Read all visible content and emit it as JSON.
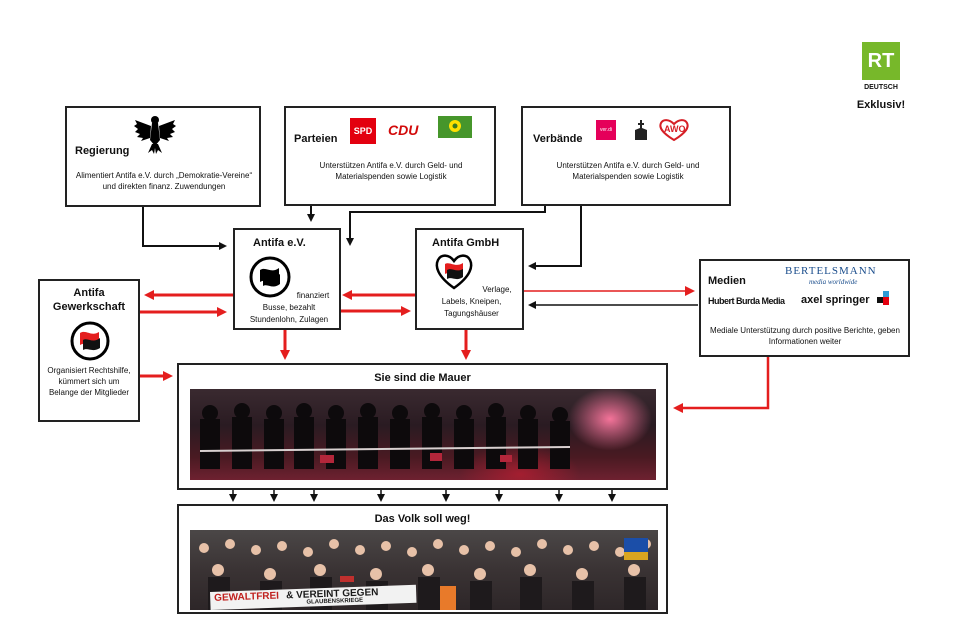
{
  "rt": {
    "logo": "RT",
    "sub": "DEUTSCH",
    "exclusive": "Exklusiv!"
  },
  "regierung": {
    "title": "Regierung",
    "text": "Alimentiert Antifa e.V. durch „Demokratie-Vereine“ und direkten finanz. Zuwendungen",
    "icon": "federal-eagle-icon"
  },
  "parteien": {
    "title": "Parteien",
    "text": "Unterstützen Antifa e.V. durch Geld- und Materialspenden sowie Logistik",
    "logos": [
      "SPD",
      "CDU"
    ],
    "colors": {
      "spd": "#e3000f",
      "cdu": "#d20a0a",
      "gruene": "#46962b"
    }
  },
  "verbaende": {
    "title": "Verbände",
    "text": "Unterstützen Antifa e.V. durch Geld- und Materialspenden sowie Logistik",
    "logos": [
      "ver.di",
      "AWO"
    ],
    "colors": {
      "verdi": "#e5005a",
      "awo": "#d61f26"
    }
  },
  "antifa_ev": {
    "title": "Antifa e.V.",
    "text1": "finanziert",
    "text2": "Busse, bezahlt",
    "text3": "Stundenlohn, Zulagen"
  },
  "antifa_gmbh": {
    "title": "Antifa GmbH",
    "text1": "Verlage,",
    "text2": "Labels, Kneipen,",
    "text3": "Tagungshäuser"
  },
  "gewerkschaft": {
    "title1": "Antifa",
    "title2": "Gewerkschaft",
    "text": "Organisiert Rechtshilfe, kümmert sich um Belange der Mitglieder"
  },
  "medien": {
    "title": "Medien",
    "logo1": "BERTELSMANN",
    "logo1_sub": "media worldwide",
    "logo2": "Hubert Burda Media",
    "logo3": "axel springer",
    "text": "Mediale Unterstützung durch positive Berichte, geben Informationen weiter"
  },
  "mauer": {
    "title": "Sie sind die Mauer"
  },
  "volk": {
    "title": "Das Volk soll weg!",
    "banner1": "GEWALTFREI",
    "banner2": "& VEREINT GEGEN",
    "banner3": "GLAUBENSKRIEGE"
  },
  "colors": {
    "arrow_red": "#e41e1e",
    "arrow_black": "#111111",
    "rt_green": "#77b82a"
  }
}
